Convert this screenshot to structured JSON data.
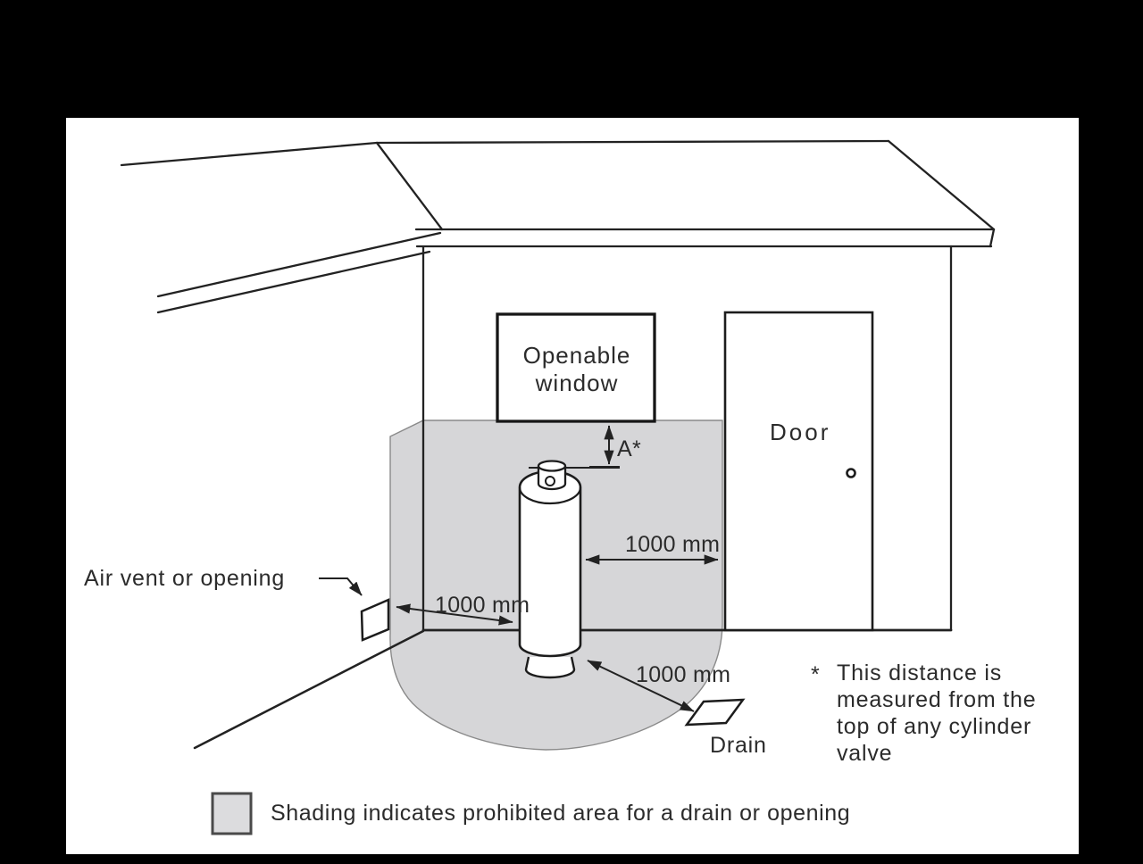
{
  "canvas": {
    "background": "#000000",
    "paper": "#ffffff"
  },
  "colors": {
    "shading": "#d6d6d8",
    "shading_outline": "#8a8a8a",
    "line": "#222222",
    "text": "#2b2b2b",
    "legend_swatch": "#dcdcde"
  },
  "labels": {
    "window_line1": "Openable",
    "window_line2": "window",
    "door": "Door",
    "air_vent": "Air vent or opening",
    "drain": "Drain"
  },
  "dimensions": {
    "window_clearance": "A*",
    "door_clearance": "1000 mm",
    "vent_clearance": "1000 mm",
    "drain_clearance": "1000 mm"
  },
  "note": {
    "marker": "*",
    "line1": "This distance is",
    "line2": "measured from the",
    "line3": "top of any cylinder",
    "line4": "valve"
  },
  "legend": {
    "text": "Shading indicates prohibited area for a drain or opening"
  }
}
